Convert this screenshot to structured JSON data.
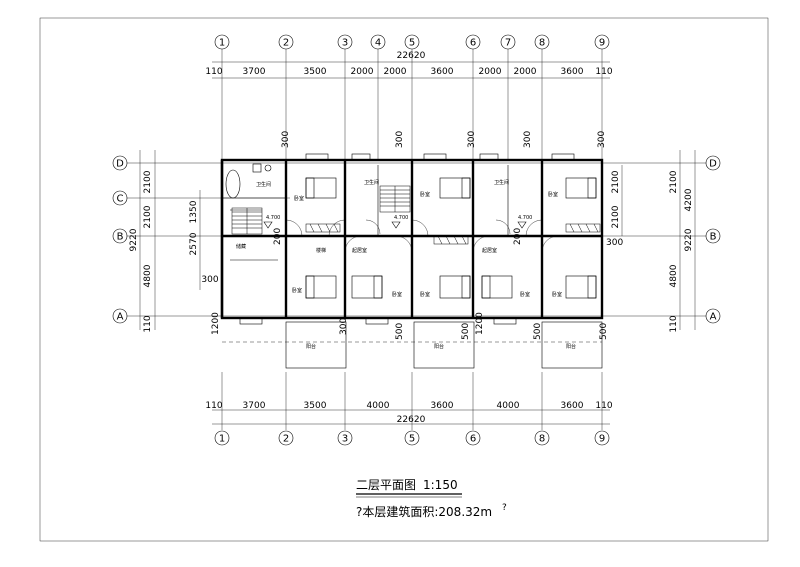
{
  "axes_top": [
    "1",
    "2",
    "3",
    "4",
    "5",
    "6",
    "7",
    "8",
    "9"
  ],
  "axes_bottom": [
    "1",
    "2",
    "3",
    "5",
    "6",
    "8",
    "9"
  ],
  "axes_rows": [
    "D",
    "C",
    "B",
    "A"
  ],
  "dims_top": {
    "total": "22620",
    "segments": [
      "110",
      "3700",
      "3500",
      "2000",
      "2000",
      "3600",
      "2000",
      "2000",
      "3600",
      "110"
    ]
  },
  "dims_bottom": {
    "total": "22620",
    "segments": [
      "110",
      "3700",
      "3500",
      "4000",
      "3600",
      "4000",
      "3600",
      "110"
    ]
  },
  "dims_left": [
    "2100",
    "2100",
    "4800",
    "110",
    "9220"
  ],
  "dims_left_inner": [
    "1350",
    "2570",
    "300"
  ],
  "dims_right": [
    "2100",
    "4800",
    "110",
    "4200",
    "9220"
  ],
  "dims_right_inner": [
    "2100"
  ],
  "misc_dims": [
    "300",
    "300",
    "300",
    "300",
    "300",
    "300",
    "1200",
    "1200",
    "500",
    "500",
    "500",
    "500",
    "300",
    "300",
    "200",
    "200",
    "300"
  ],
  "level_marks": [
    "4.700",
    "4.700",
    "4.700"
  ],
  "room_labels": {
    "bedroom": "卧室",
    "bathroom": "卫生间",
    "balcony": "阳台",
    "hall": "起居室",
    "storage": "储藏",
    "stair": "楼梯"
  },
  "title": {
    "name": "二层平面图",
    "scale": "1:150",
    "area_text": "?本层建筑面积:208.32m",
    "area_suffix": "?"
  }
}
